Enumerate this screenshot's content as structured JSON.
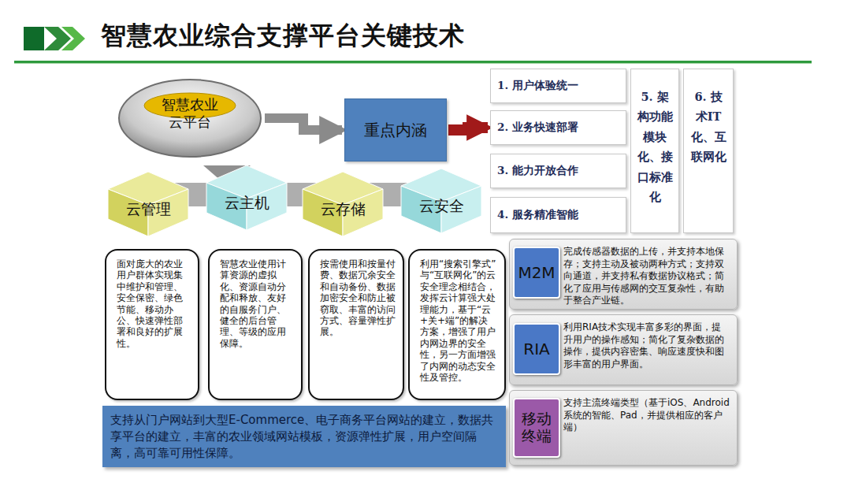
{
  "diagram": {
    "title": "智慧农业综合支撑平台关键技术",
    "nodes": [
      {
        "text": [
          "智慧农业 云平台"
        ]
      },
      {
        "text": [
          "重点内涵"
        ]
      },
      {
        "text": [
          "1. 用户体验统一"
        ]
      },
      {
        "text": [
          "2. 业务快速部署"
        ]
      },
      {
        "text": [
          "3. 能力开放合作"
        ]
      },
      {
        "text": [
          "4. 服务精准智能"
        ]
      },
      {
        "text": [
          "5. 架构功能模块化、接口标准化"
        ]
      },
      {
        "text": [
          "6. 技术IT化、互联网化"
        ]
      },
      {
        "text": [
          "云管理"
        ]
      },
      {
        "text": [
          "云主机"
        ]
      },
      {
        "text": [
          "云存储"
        ]
      },
      {
        "text": [
          "云安全"
        ]
      },
      {
        "text": [
          "面对庞大的农业用户群体实现集中维护和管理、安全保密、绿色节能、移动办公、快速弹性部署和良好的扩展性。"
        ]
      },
      {
        "text": [
          "智慧农业使用计算资源的虚拟化、资源自动分配和释放、友好的自服务门户、健全的后台管理、等级的应用保障。"
        ]
      },
      {
        "text": [
          "按需使用和按量付费、数据冗余安全和自动备份、数据加密安全和防止被窃取、丰富的访问方式、容量弹性扩展。"
        ]
      },
      {
        "text": [
          "利用“搜索引擎式”与“互联网化”的云安全理念相结合，发挥云计算强大处理能力，基于“云+关+端”的解决方案，增强了用户内网边界的安全性，另一方面增强了内网的动态安全性及管控。"
        ]
      },
      {
        "text": [
          "支持从门户网站到大型E-Commerce、电子商务平台网站的建立，数据共享平台的建立，丰富的农业领域网站模板，资源弹性扩展，用户空间隔离，高可靠可用性保障。"
        ]
      },
      {
        "text": [
          "完成传感器数据的上传，并支持本地保存；支持主动及被动两种方式；支持双向通道，并支持私有数据协议格式；简化了应用与传感网的交互复杂性，有助于整合产业链。"
        ]
      },
      {
        "text": [
          "M2M"
        ],
        "in": 17
      },
      {
        "text": [
          "利用RIA技术实现丰富多彩的界面，提升用户的操作感知；简化了复杂数据的操作，提供内容密集、响应速度快和图形丰富的用户界面。"
        ]
      },
      {
        "text": [
          "RIA"
        ],
        "in": 19
      },
      {
        "text": [
          "支持主流终端类型（基于iOS、Android系统的智能、Pad，并提供相应的客户端）"
        ]
      },
      {
        "text": [
          "移动终端"
        ],
        "in": 21
      }
    ],
    "edges": [
      {
        "from": 0,
        "to": 1,
        "arrow": "to"
      },
      {
        "from": 1,
        "to": 3,
        "arrow": "to"
      }
    ]
  }
}
